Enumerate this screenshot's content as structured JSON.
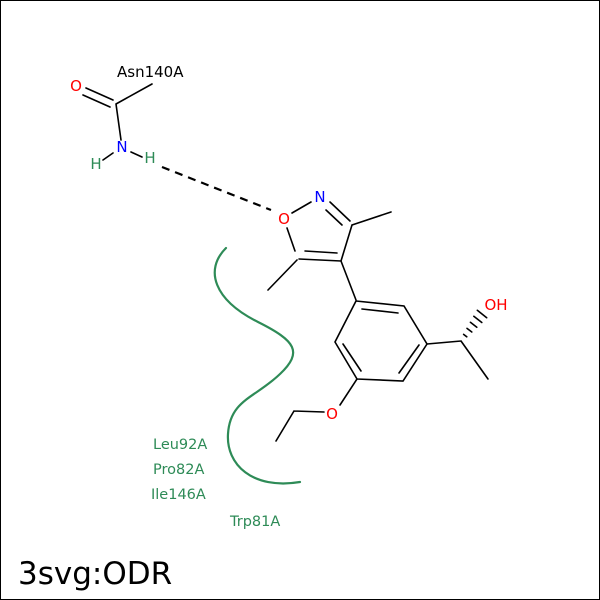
{
  "title": "3svg:ODR",
  "hbond_residue": {
    "label": "Asn140A"
  },
  "hydrophobic_residues": [
    {
      "label": "Leu92A"
    },
    {
      "label": "Pro82A"
    },
    {
      "label": "Ile146A"
    },
    {
      "label": "Trp81A"
    }
  ],
  "atoms": {
    "asn_carbonyl_oxygen": "O",
    "asn_amide_nitrogen": "N",
    "asn_amide_h1": "H",
    "asn_amide_h2": "H",
    "isoxazole_oxygen": "O",
    "isoxazole_nitrogen": "N",
    "phenol_hydroxyl": "OH",
    "ethoxy_oxygen": "O"
  },
  "colors": {
    "oxygen": "#ff0000",
    "nitrogen": "#0000ff",
    "hydrogen": "#2e8b57",
    "hydrophobic": "#2e8b57",
    "bond": "#000000"
  }
}
